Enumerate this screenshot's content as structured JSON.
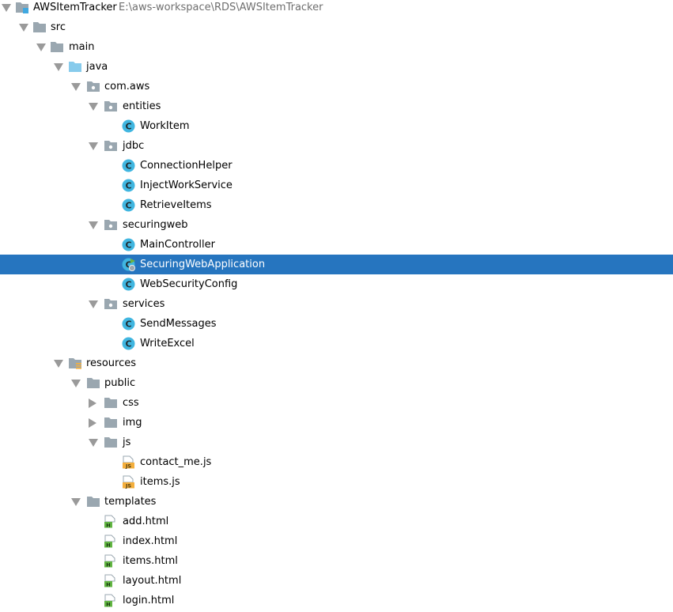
{
  "project": {
    "name": "AWSItemTracker",
    "path": "E:\\aws-workspace\\RDS\\AWSItemTracker"
  },
  "colors": {
    "selection": "#2675bf",
    "folder": "#9aa7b0",
    "source_folder": "#87cbec",
    "class_badge": "#40b6e0",
    "js_badge": "#f4af3d",
    "html_badge": "#62b543"
  },
  "tree": [
    {
      "label": "src",
      "icon": "folder-icon",
      "arrow": "down",
      "level": 1
    },
    {
      "label": "main",
      "icon": "folder-icon",
      "arrow": "down",
      "level": 2
    },
    {
      "label": "java",
      "icon": "source-folder-icon",
      "arrow": "down",
      "level": 3
    },
    {
      "label": "com.aws",
      "icon": "package-icon",
      "arrow": "down",
      "level": 4
    },
    {
      "label": "entities",
      "icon": "package-icon",
      "arrow": "down",
      "level": 5
    },
    {
      "label": "WorkItem",
      "icon": "java-class-icon",
      "arrow": "",
      "level": 6
    },
    {
      "label": "jdbc",
      "icon": "package-icon",
      "arrow": "down",
      "level": 5
    },
    {
      "label": "ConnectionHelper",
      "icon": "java-class-icon",
      "arrow": "",
      "level": 6
    },
    {
      "label": "InjectWorkService",
      "icon": "java-class-icon",
      "arrow": "",
      "level": 6
    },
    {
      "label": "RetrieveItems",
      "icon": "java-class-icon",
      "arrow": "",
      "level": 6
    },
    {
      "label": "securingweb",
      "icon": "package-icon",
      "arrow": "down",
      "level": 5
    },
    {
      "label": "MainController",
      "icon": "java-class-icon",
      "arrow": "",
      "level": 6
    },
    {
      "label": "SecuringWebApplication",
      "icon": "spring-boot-class-icon",
      "arrow": "",
      "level": 6,
      "selected": true
    },
    {
      "label": "WebSecurityConfig",
      "icon": "java-class-icon",
      "arrow": "",
      "level": 6
    },
    {
      "label": "services",
      "icon": "package-icon",
      "arrow": "down",
      "level": 5
    },
    {
      "label": "SendMessages",
      "icon": "java-class-icon",
      "arrow": "",
      "level": 6
    },
    {
      "label": "WriteExcel",
      "icon": "java-class-icon",
      "arrow": "",
      "level": 6
    },
    {
      "label": "resources",
      "icon": "resources-folder-icon",
      "arrow": "down",
      "level": 3
    },
    {
      "label": "public",
      "icon": "folder-icon",
      "arrow": "down",
      "level": 4
    },
    {
      "label": "css",
      "icon": "folder-icon",
      "arrow": "right",
      "level": 5
    },
    {
      "label": "img",
      "icon": "folder-icon",
      "arrow": "right",
      "level": 5
    },
    {
      "label": "js",
      "icon": "folder-icon",
      "arrow": "down",
      "level": 5
    },
    {
      "label": "contact_me.js",
      "icon": "js-file-icon",
      "arrow": "",
      "level": 6
    },
    {
      "label": "items.js",
      "icon": "js-file-icon",
      "arrow": "",
      "level": 6
    },
    {
      "label": "templates",
      "icon": "folder-icon",
      "arrow": "down",
      "level": 4
    },
    {
      "label": "add.html",
      "icon": "html-file-icon",
      "arrow": "",
      "level": 5
    },
    {
      "label": "index.html",
      "icon": "html-file-icon",
      "arrow": "",
      "level": 5
    },
    {
      "label": "items.html",
      "icon": "html-file-icon",
      "arrow": "",
      "level": 5
    },
    {
      "label": "layout.html",
      "icon": "html-file-icon",
      "arrow": "",
      "level": 5
    },
    {
      "label": "login.html",
      "icon": "html-file-icon",
      "arrow": "",
      "level": 5
    }
  ]
}
